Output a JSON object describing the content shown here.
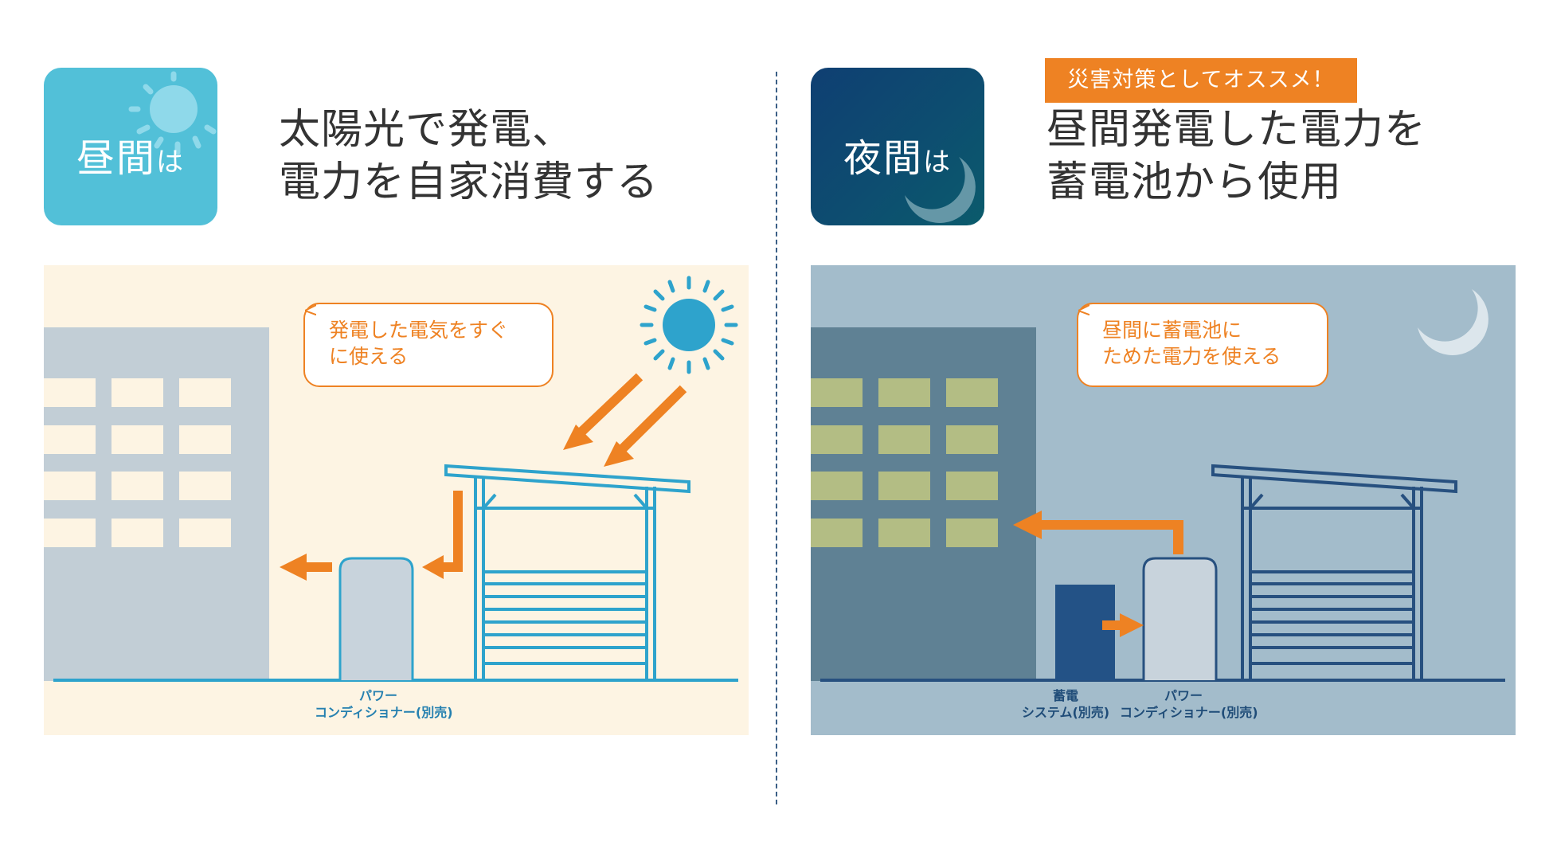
{
  "day": {
    "badge_main": "昼間",
    "badge_small": "は",
    "heading_line1": "太陽光で発電、",
    "heading_line2": "電力を自家消費する",
    "bubble_line1": "発電した電気をすぐ",
    "bubble_line2": "に使える",
    "label_pcs_line1": "パワー",
    "label_pcs_line2": "コンディショナー(別売)"
  },
  "night": {
    "badge_main": "夜間",
    "badge_small": "は",
    "tag": "災害対策としてオススメ！",
    "heading_line1": "昼間発電した電力を",
    "heading_line2": "蓄電池から使用",
    "bubble_line1": "昼間に蓄電池に",
    "bubble_line2": "ためた電力を使える",
    "label_battery_line1": "蓄電",
    "label_battery_line2": "システム(別売)",
    "label_pcs_line1": "パワー",
    "label_pcs_line2": "コンディショナー(別売)"
  },
  "colors": {
    "accent_orange": "#ee8223",
    "day_blue": "#52c0d8",
    "night_navy": "#0f3f72",
    "carport_day": "#2ea3cc",
    "carport_night": "#27507f"
  },
  "icons": {
    "day_badge": "sun-icon",
    "night_badge": "moon-icon",
    "day_scene": "sun-icon",
    "night_scene": "moon-icon"
  }
}
